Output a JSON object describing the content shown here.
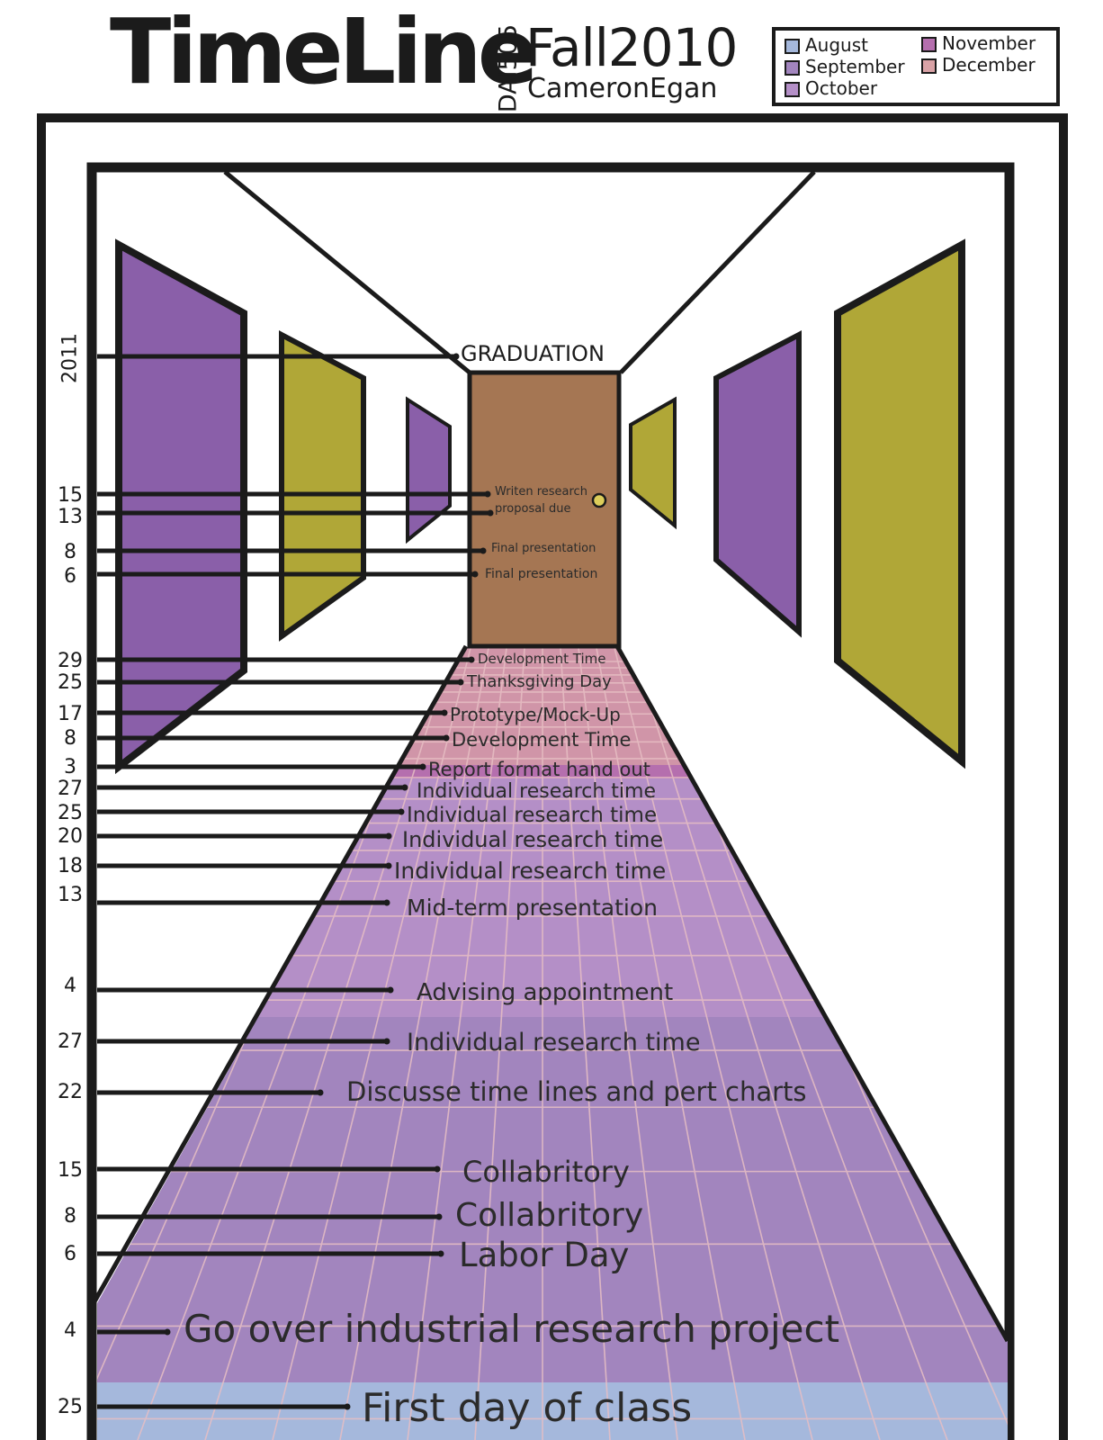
{
  "header": {
    "title": "TimeLine",
    "course": "DAI505",
    "term": "Fall2010",
    "author": "CameronEgan"
  },
  "legend": [
    {
      "label": "August",
      "color": "#a5b8dc"
    },
    {
      "label": "September",
      "color": "#a285be"
    },
    {
      "label": "October",
      "color": "#b48fc7"
    },
    {
      "label": "November",
      "color": "#b56fae"
    },
    {
      "label": "December",
      "color": "#d9a2a6"
    }
  ],
  "colors": {
    "purple_panel": "#8a5fa9",
    "olive_panel": "#b0a737",
    "door": "#a57653",
    "knob": "#dccd5a",
    "ink": "#1b1b1b"
  },
  "year_label": "2011",
  "timeline": [
    {
      "day": "",
      "text": "GRADUATION"
    },
    {
      "day": "15",
      "text": "Writen research"
    },
    {
      "day": "13",
      "text": "proposal due"
    },
    {
      "day": "8",
      "text": "Final presentation"
    },
    {
      "day": "6",
      "text": "Final presentation"
    },
    {
      "day": "29",
      "text": "Development Time"
    },
    {
      "day": "25",
      "text": "Thanksgiving Day"
    },
    {
      "day": "17",
      "text": "Prototype/Mock-Up"
    },
    {
      "day": "8",
      "text": "Development Time"
    },
    {
      "day": "3",
      "text": "Report format hand out"
    },
    {
      "day": "27",
      "text": "Individual research time"
    },
    {
      "day": "25",
      "text": "Individual research time"
    },
    {
      "day": "20",
      "text": "Individual research time"
    },
    {
      "day": "18",
      "text": "Individual research time"
    },
    {
      "day": "13",
      "text": "Mid-term presentation"
    },
    {
      "day": "4",
      "text": "Advising appointment"
    },
    {
      "day": "27",
      "text": "Individual research time"
    },
    {
      "day": "22",
      "text": "Discusse time lines and pert charts"
    },
    {
      "day": "15",
      "text": "Collabritory"
    },
    {
      "day": "8",
      "text": "Collabritory"
    },
    {
      "day": "6",
      "text": "Labor Day"
    },
    {
      "day": "4",
      "text": "Go over industrial research project"
    },
    {
      "day": "25",
      "text": "First day of class"
    }
  ]
}
